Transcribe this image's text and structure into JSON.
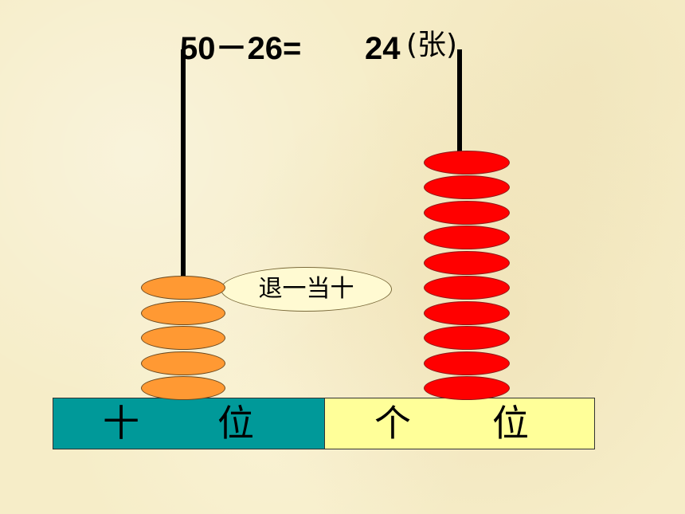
{
  "equation": {
    "left": "50－26=",
    "answer": "24",
    "unit": "(张)"
  },
  "callout": {
    "text": "退一当十"
  },
  "place_value": {
    "tens": {
      "char1": "十",
      "char2": "位",
      "color": "#009999"
    },
    "ones": {
      "char1": "个",
      "char2": "位",
      "color": "#ffff99"
    }
  },
  "abacus": {
    "tens_beads": 5,
    "ones_beads": 10,
    "tens_bead_color": "#ff9933",
    "ones_bead_color": "#ff0000"
  }
}
